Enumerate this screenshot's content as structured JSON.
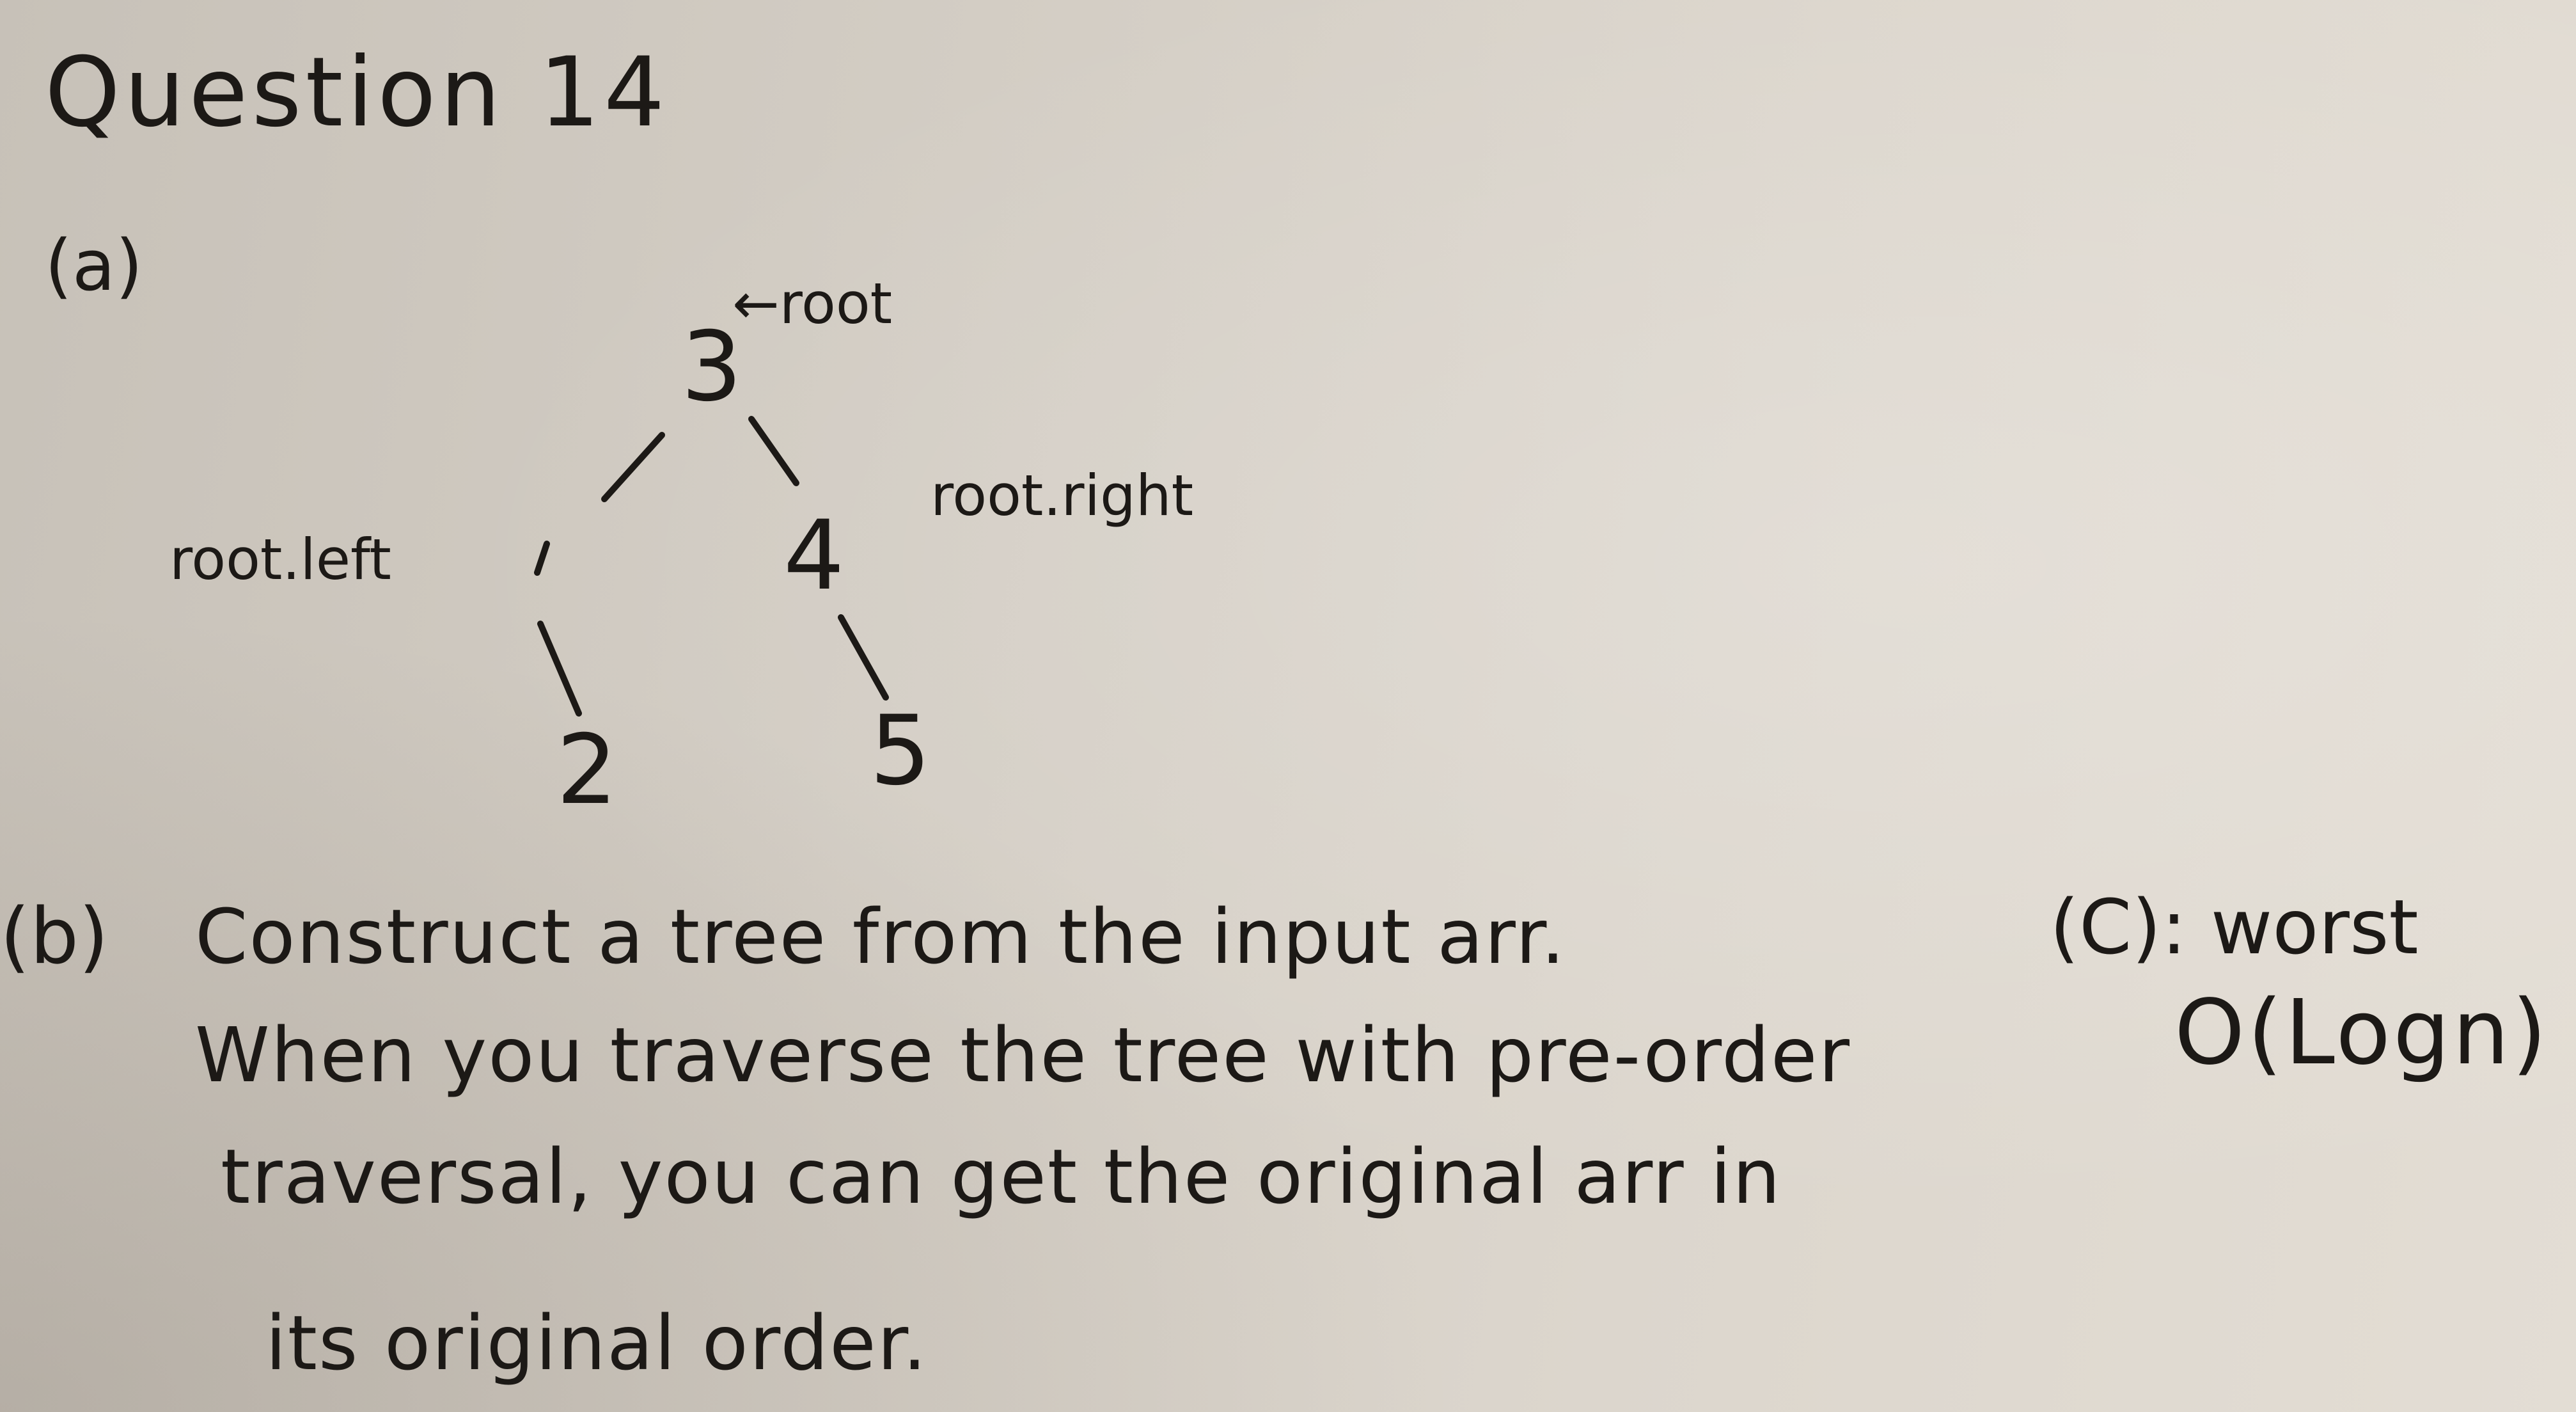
{
  "title": "Question 14",
  "part_a": {
    "label": "(a)",
    "nodes": [
      "3",
      "4",
      "2",
      "5"
    ],
    "root_pointer": "←root",
    "left_pointer": "root.left",
    "right_pointer": "root.right"
  },
  "part_b": {
    "label": "(b)",
    "lines": [
      "Construct a tree from the input arr.",
      "When you traverse the tree with pre-order",
      "traversal, you can get the original arr in",
      "its original order."
    ]
  },
  "part_c": {
    "label": "(C): worst",
    "answer": "O(Logn)"
  }
}
